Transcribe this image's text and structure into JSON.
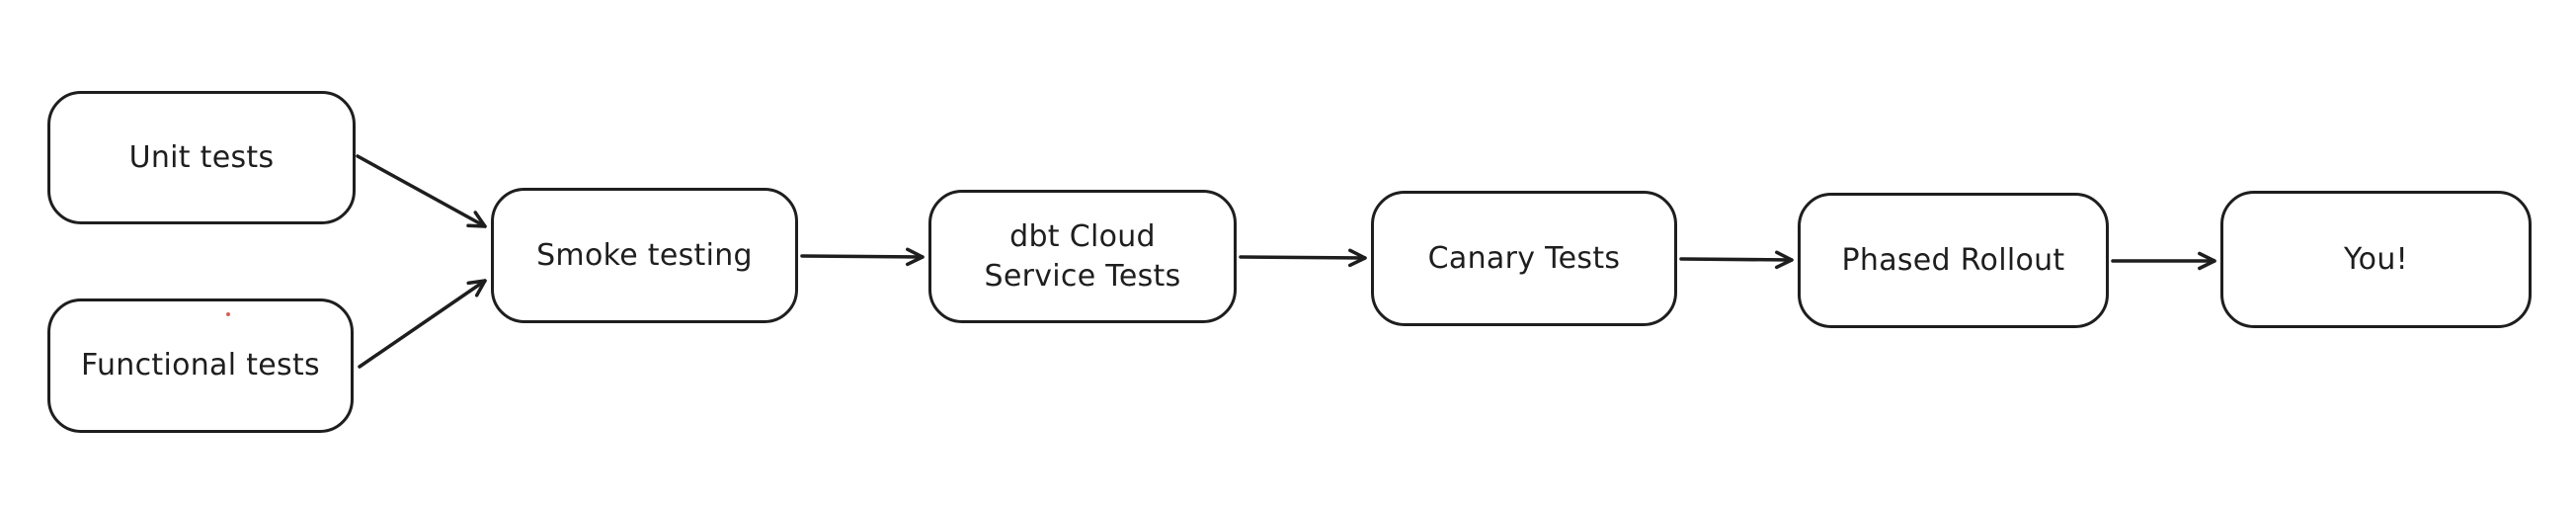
{
  "canvas": {
    "background_color": "#ffffff",
    "stroke_color": "#1e1e1e"
  },
  "diagram": {
    "type": "flowchart",
    "style": "hand-drawn",
    "direction": "left-to-right",
    "nodes": [
      {
        "id": "unit-tests",
        "label": "Unit tests"
      },
      {
        "id": "functional-tests",
        "label": "Functional tests"
      },
      {
        "id": "smoke-testing",
        "label": "Smoke testing"
      },
      {
        "id": "dbt-cloud-service-tests",
        "label": "dbt Cloud\nService Tests"
      },
      {
        "id": "canary-tests",
        "label": "Canary Tests"
      },
      {
        "id": "phased-rollout",
        "label": "Phased Rollout"
      },
      {
        "id": "you",
        "label": "You!"
      }
    ],
    "edges": [
      {
        "from": "unit-tests",
        "to": "smoke-testing"
      },
      {
        "from": "functional-tests",
        "to": "smoke-testing"
      },
      {
        "from": "smoke-testing",
        "to": "dbt-cloud-service-tests"
      },
      {
        "from": "dbt-cloud-service-tests",
        "to": "canary-tests"
      },
      {
        "from": "canary-tests",
        "to": "phased-rollout"
      },
      {
        "from": "phased-rollout",
        "to": "you"
      }
    ]
  },
  "artifacts": {
    "red_speck_color": "#d96056"
  }
}
